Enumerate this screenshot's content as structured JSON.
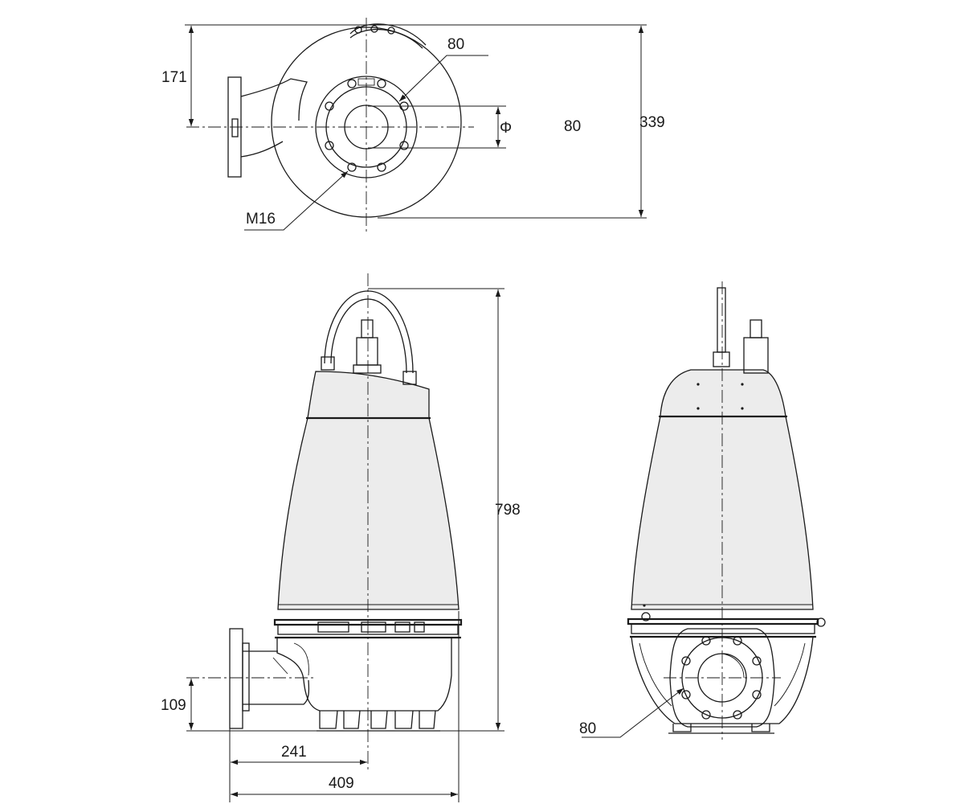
{
  "drawing": {
    "top_view": {
      "dim_top_offset": "171",
      "dim_outlet_size": "80",
      "dim_phi_symbol": "Φ",
      "dim_inner_size": "80",
      "dim_overall_depth": "339",
      "thread_label": "M16"
    },
    "front_view": {
      "dim_overall_height": "798",
      "dim_outlet_height": "109",
      "dim_outlet_to_axis": "241",
      "dim_overall_width": "409"
    },
    "side_view": {
      "dim_flange_size": "80"
    }
  }
}
